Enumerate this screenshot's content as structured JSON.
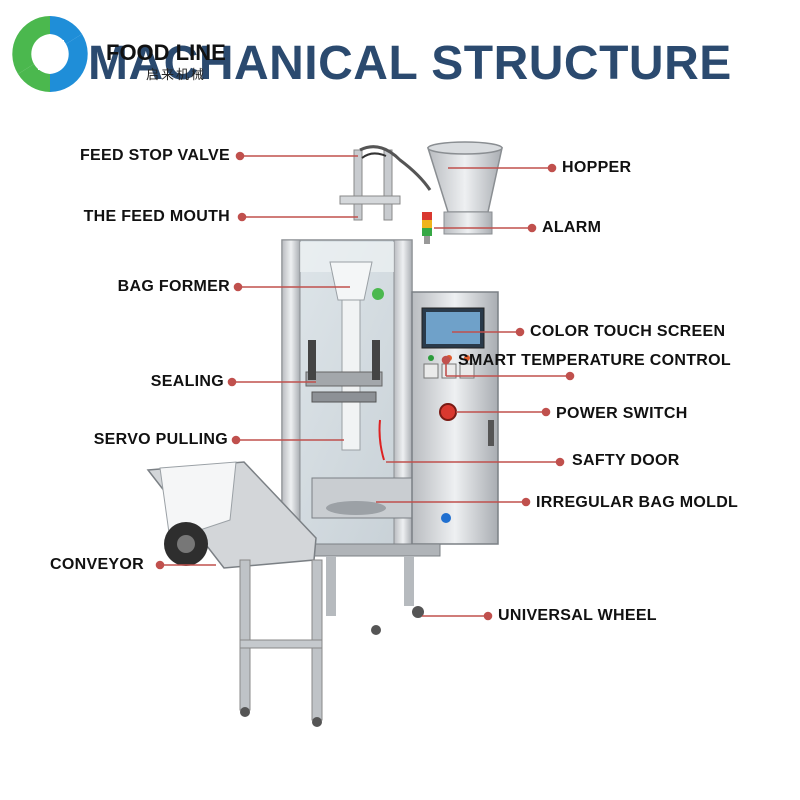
{
  "header": {
    "title": "MACHANICAL STRUCTURE",
    "brand": "FOOD LINE",
    "brand_sub": "启来机械",
    "logo_icon": "food-line-logo-icon"
  },
  "colors": {
    "title": "#2b4a6f",
    "leader": "#c0504d",
    "logo_green": "#4bb84e",
    "logo_blue": "#1f8ed8"
  },
  "labels": {
    "left": [
      "FEED STOP VALVE",
      "THE FEED MOUTH",
      "BAG FORMER",
      "SEALING",
      "SERVO PULLING",
      "CONVEYOR"
    ],
    "right": [
      "HOPPER",
      "ALARM",
      "COLOR TOUCH SCREEN",
      "SMART TEMPERATURE CONTROL",
      "POWER SWITCH",
      "SAFTY DOOR",
      "IRREGULAR BAG MOLDL",
      "UNIVERSAL WHEEL"
    ]
  }
}
